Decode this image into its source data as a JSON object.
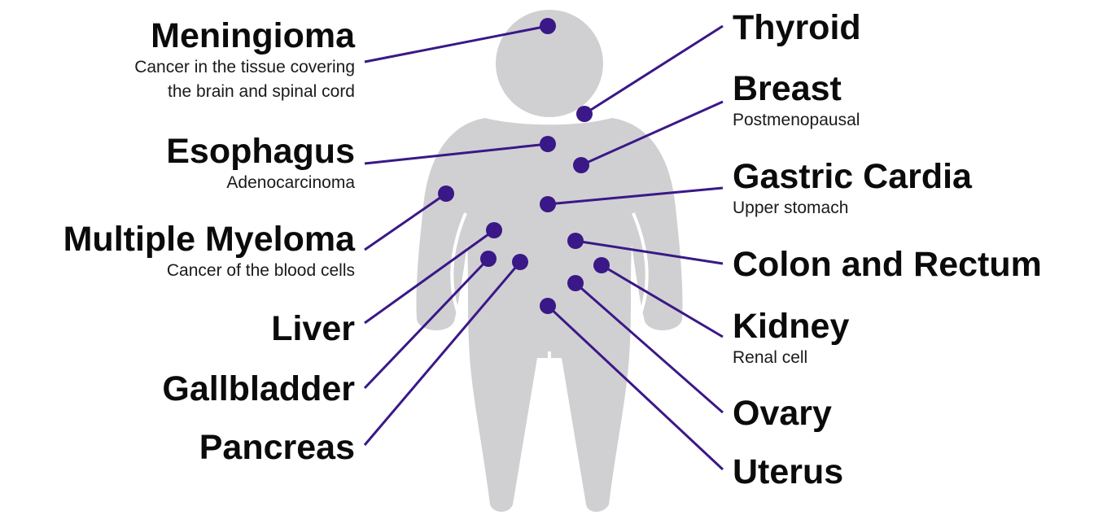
{
  "colors": {
    "silhouette": "#d0d0d2",
    "marker": "#3a1887",
    "connector": "#3a1887",
    "text": "#0b0b0b",
    "background": "#ffffff"
  },
  "labels": {
    "meningioma": {
      "title": "Meningioma",
      "lines": [
        "Cancer in the tissue covering",
        "the brain and spinal cord"
      ]
    },
    "esophagus": {
      "title": "Esophagus",
      "lines": [
        "Adenocarcinoma"
      ]
    },
    "multiple_myeloma": {
      "title": "Multiple Myeloma",
      "lines": [
        "Cancer of the blood cells"
      ]
    },
    "liver": {
      "title": "Liver"
    },
    "gallbladder": {
      "title": "Gallbladder"
    },
    "pancreas": {
      "title": "Pancreas"
    },
    "thyroid": {
      "title": "Thyroid"
    },
    "breast": {
      "title": "Breast",
      "lines": [
        "Postmenopausal"
      ]
    },
    "gastric_cardia": {
      "title": "Gastric Cardia",
      "lines": [
        "Upper stomach"
      ]
    },
    "colon_rectum": {
      "title": "Colon and Rectum"
    },
    "kidney": {
      "title": "Kidney",
      "lines": [
        "Renal cell"
      ]
    },
    "ovary": {
      "title": "Ovary"
    },
    "uterus": {
      "title": "Uterus"
    }
  }
}
